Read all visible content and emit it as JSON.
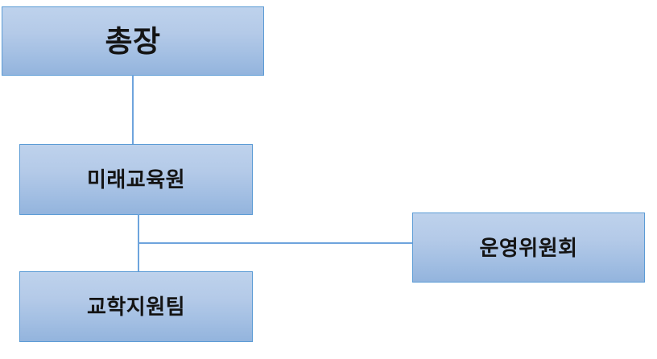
{
  "chart": {
    "title": "",
    "type": "organization-chart",
    "background_color": "#ffffff",
    "box_fill_top": "#bed2ec",
    "box_fill_bottom": "#93b4dd",
    "box_border_color": "#5b9bd5",
    "connector_color": "#6ea4dd",
    "text_color": "#141414",
    "nodes": [
      {
        "id": "president",
        "label": "총장"
      },
      {
        "id": "institute",
        "label": "미래교육원"
      },
      {
        "id": "team",
        "label": "교학지원팀"
      },
      {
        "id": "committee",
        "label": "운영위원회"
      }
    ],
    "edges": [
      {
        "from": "president",
        "to": "institute",
        "style": "vertical"
      },
      {
        "from": "institute",
        "to": "team",
        "style": "vertical"
      },
      {
        "from": "institute",
        "to": "committee",
        "style": "horizontal-branch"
      }
    ]
  }
}
